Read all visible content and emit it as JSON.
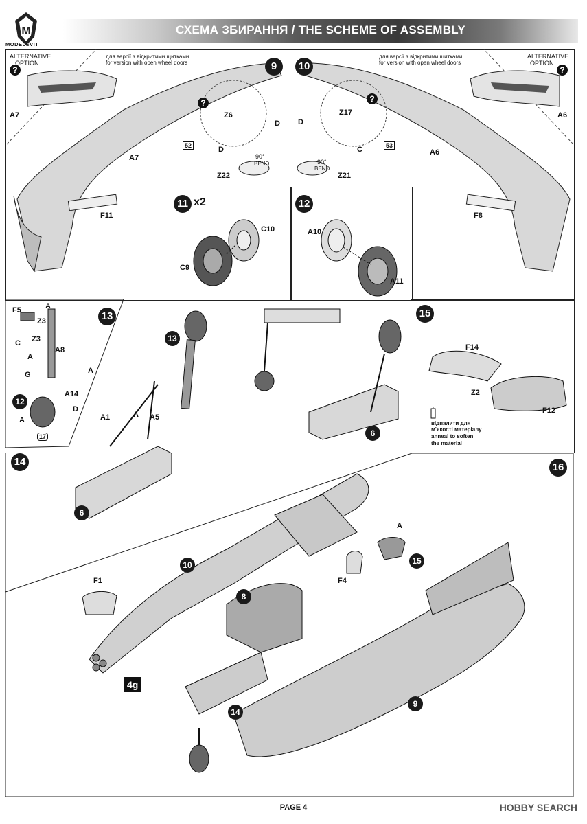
{
  "brand": {
    "name": "MODELSVIT"
  },
  "header": {
    "title": "СХЕМА ЗБИРАННЯ / THE SCHEME OF ASSEMBLY"
  },
  "steps": {
    "s9": "9",
    "s10": "10",
    "s11": "11",
    "s11_qty": "x2",
    "s12": "12",
    "s13": "13",
    "s14": "14",
    "s15": "15",
    "s16": "16"
  },
  "alt_left": {
    "line1": "ALTERNATIVE",
    "line2": "OPTION"
  },
  "alt_right": {
    "line1": "ALTERNATIVE",
    "line2": "OPTION"
  },
  "open_doors_left": {
    "line1": "для версії з відкритими щитками",
    "line2": "for version with open wheel doors"
  },
  "open_doors_right": {
    "line1": "для версії з відкритими щитками",
    "line2": "for version with open wheel doors"
  },
  "bend": {
    "angle": "90°",
    "word": "BEND"
  },
  "anneal": {
    "line1": "відпалити для",
    "line2": "м'якості матеріалу",
    "line3": "anneal to soften",
    "line4": "the material"
  },
  "parts": {
    "A7": "A7",
    "A6": "A6",
    "Z6": "Z6",
    "Z17": "Z17",
    "Z22": "Z22",
    "Z21": "Z21",
    "D": "D",
    "C": "C",
    "F11": "F11",
    "F8": "F8",
    "C10": "C10",
    "C9": "C9",
    "A10": "A10",
    "A11": "A11",
    "F5": "F5",
    "A": "A",
    "Z3": "Z3",
    "A8": "A8",
    "G": "G",
    "A14": "A14",
    "A1": "A1",
    "A5": "A5",
    "F14": "F14",
    "Z2": "Z2",
    "F12": "F12",
    "F1": "F1",
    "F4": "F4"
  },
  "refs": {
    "r52": "52",
    "r53": "53",
    "r17": "17",
    "r6": "6",
    "r8": "8",
    "r4g": "4g"
  },
  "footer": {
    "page": "PAGE 4"
  },
  "watermark": {
    "text": "HOBBY SEARCH"
  }
}
